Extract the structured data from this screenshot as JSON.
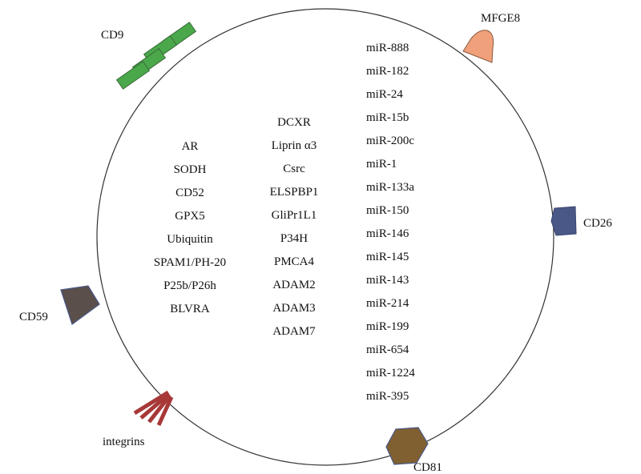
{
  "diagram": {
    "surface_markers": {
      "cd9": "CD9",
      "mfge8": "MFGE8",
      "cd26": "CD26",
      "cd59": "CD59",
      "integrins": "integrins",
      "cd81": "CD81"
    },
    "proteins_left": [
      "AR",
      "SODH",
      "CD52",
      "GPX5",
      "Ubiquitin",
      "SPAM1/PH-20",
      "P25b/P26h",
      "BLVRA"
    ],
    "proteins_middle": [
      "DCXR",
      "Liprin α3",
      "Csrc",
      "ELSPBP1",
      "GliPr1L1",
      "P34H",
      "PMCA4",
      "ADAM2",
      "ADAM3",
      "ADAM7"
    ],
    "mirnas": [
      "miR-888",
      "miR-182",
      "miR-24",
      "miR-15b",
      "miR-200c",
      "miR-1",
      "miR-133a",
      "miR-150",
      "miR-146",
      "miR-145",
      "miR-143",
      "miR-214",
      "miR-199",
      "miR-654",
      "miR-1224",
      "miR-395"
    ],
    "colors": {
      "cd9": "#4aa84a",
      "mfge8": "#f0a07a",
      "cd26": "#4a5888",
      "cd59": "#5a4f4a",
      "integrins": "#a83838",
      "cd81": "#806030",
      "membrane": "#333333"
    }
  }
}
